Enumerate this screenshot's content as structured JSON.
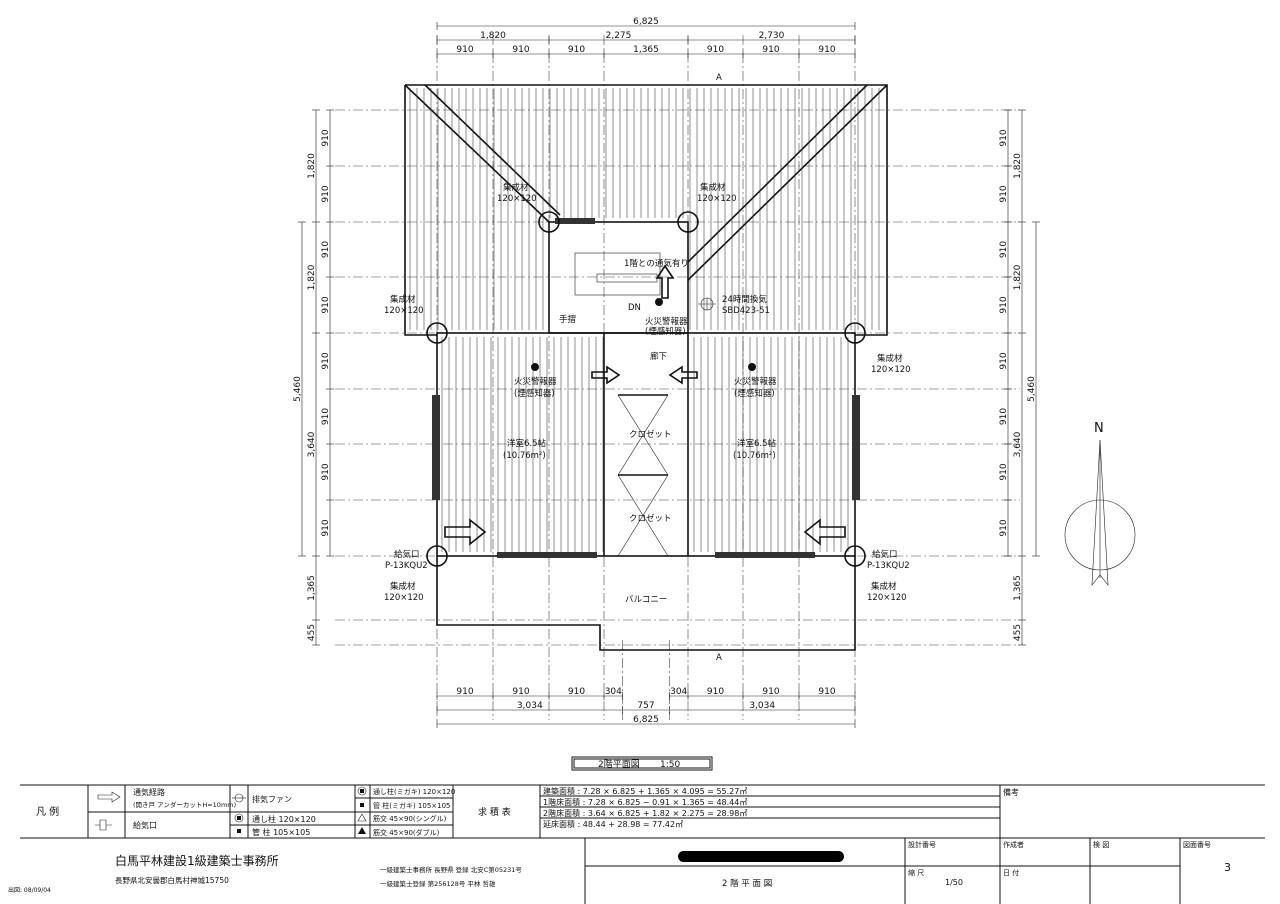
{
  "drawing": {
    "title": "2階平面図",
    "scale_label": "1:50",
    "dims_top": {
      "total": "6,825",
      "groups": [
        "1,820",
        "2,275",
        "2,730"
      ],
      "modules": [
        "910",
        "910",
        "910",
        "1,365",
        "910",
        "910",
        "910"
      ]
    },
    "dims_bottom": {
      "total": "6,825",
      "groups": [
        "3,034",
        "757",
        "3,034"
      ],
      "modules": [
        "910",
        "910",
        "910",
        "304",
        "304",
        "910",
        "910",
        "910"
      ]
    },
    "dims_left": {
      "groups": [
        "1,820",
        "1,820",
        "3,640",
        "1,365",
        "455"
      ],
      "total": "5,460",
      "modules": [
        "910",
        "910",
        "910",
        "910",
        "910",
        "910",
        "910",
        "910"
      ]
    },
    "dims_right": {
      "groups": [
        "1,820",
        "1,820",
        "3,640",
        "1,365",
        "455"
      ],
      "total": "5,460",
      "modules": [
        "910",
        "910",
        "910",
        "910",
        "910",
        "910",
        "910",
        "910"
      ]
    },
    "section_mark": "A",
    "rooms": [
      {
        "name": "洋室6.5帖",
        "area": "(10.76m²)"
      },
      {
        "name": "洋室6.5帖",
        "area": "(10.76m²)"
      }
    ],
    "labels": {
      "stair_vent": "1階との通気有り",
      "dn": "DN",
      "handrail": "手摺",
      "hall": "廊下",
      "closet": "クロゼット",
      "balcony": "バルコニー",
      "fan": "24時間換気",
      "fan_model": "SBD423-51",
      "alarm": "火災警報器",
      "alarm_sub": "(煙感知器)",
      "glulam": "集成材",
      "glulam_size": "120×120",
      "inlet": "給気口",
      "inlet_model": "P-13KQU2",
      "north": "N"
    }
  },
  "legend": {
    "title": "凡 例",
    "items": [
      "通気経路",
      "(開き戸 アンダーカットH=10mm)",
      "給気口",
      "排気ファン",
      "通し柱 120×120",
      "管 柱 105×105",
      "通し柱(ミガキ) 120×120",
      "管 柱(ミガキ) 105×105",
      "筋交 45×90(シングル)",
      "筋交 45×90(ダブル)"
    ]
  },
  "area_table": {
    "title": "求 積 表",
    "rows": [
      "建築面積 : 7.28 × 6.825 + 1.365 × 4.095 = 55.27㎡",
      "1階床面積 : 7.28 × 6.825 − 0.91 × 1.365 = 48.44㎡",
      "2階床面積 : 3.64 × 6.825 + 1.82 × 2.275 = 28.98㎡",
      "延床面積 : 48.44 + 28.98 = 77.42㎡"
    ],
    "remarks_label": "備考"
  },
  "title_block": {
    "company": "白馬平林建設1級建築士事務所",
    "address": "長野県北安曇郡白馬村神城15750",
    "office_reg": "一級建築士事務所 長野県 登録 北安C第05231号",
    "architect_reg": "一級建築士登録 第256128号 平林 哲雄",
    "issue_date": "出図: 08/09/04",
    "drawing_name": "2 階 平 面 図",
    "design_no_label": "設計番号",
    "scale_label": "縮 尺",
    "scale_value": "1/50",
    "author_label": "作成者",
    "date_label": "日 付",
    "check_label": "検 図",
    "sheet_no_label": "図面番号",
    "sheet_no": "3"
  }
}
